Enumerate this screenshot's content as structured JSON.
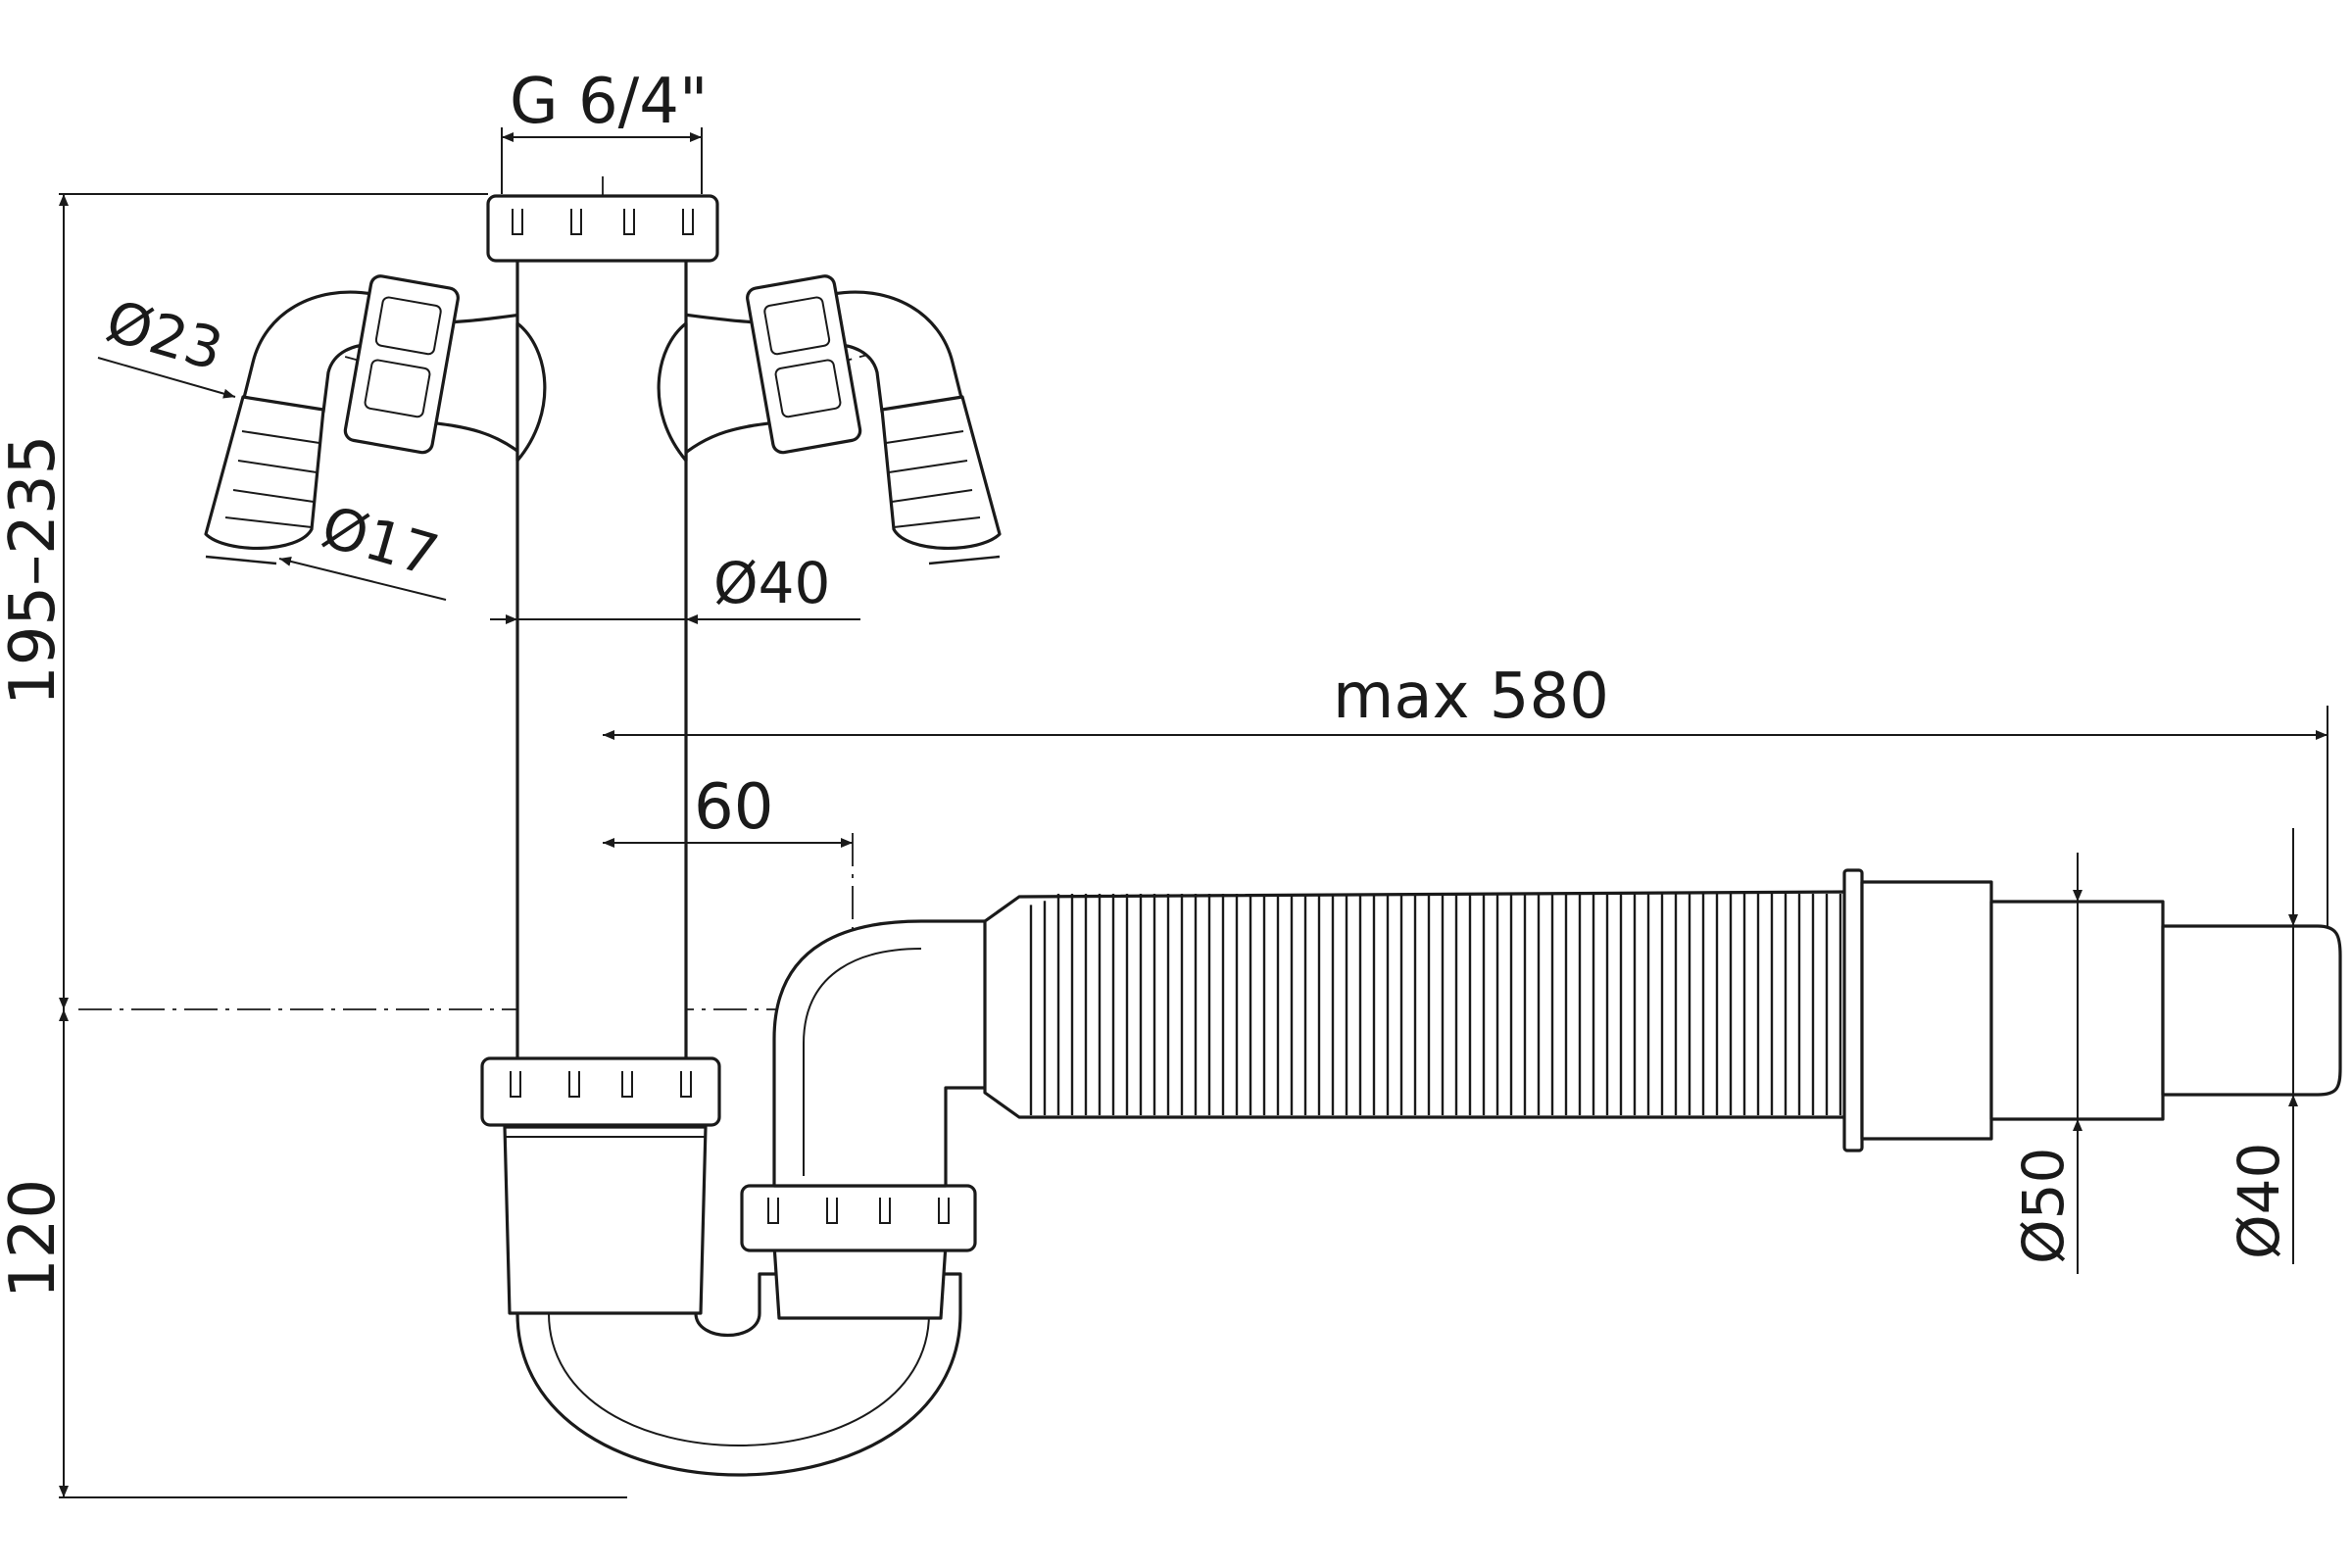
{
  "labels": {
    "thread": "G 6/4\"",
    "d23": "Ø23",
    "d17": "Ø17",
    "d40_pipe": "Ø40",
    "d50": "Ø50",
    "d40_outlet": "Ø40",
    "height_upper": "195–235",
    "height_lower": "120",
    "max_length": "max 580",
    "offset": "60"
  },
  "colors": {
    "line": "#1a1a1a",
    "background": "#ffffff"
  }
}
